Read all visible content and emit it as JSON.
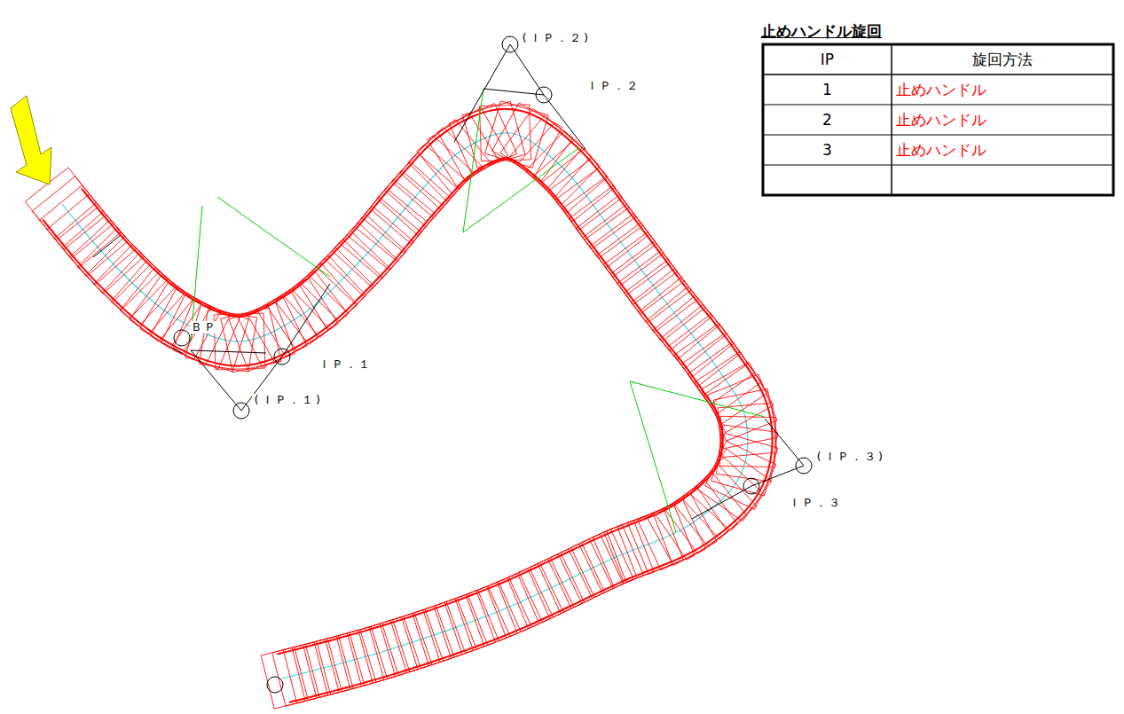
{
  "diagram": {
    "labels": [
      "(ＩＰ．２)",
      "ＩＰ．２",
      "ＢＰ",
      "ＩＰ．１",
      "(ＩＰ．１)",
      "(ＩＰ．３)",
      "ＩＰ．３",
      "止めハンドル旋回",
      "IP",
      "旋回方法",
      "1",
      "止めハンドル",
      "2",
      "止めハンドル",
      "3",
      "止めハンドル"
    ]
  }
}
